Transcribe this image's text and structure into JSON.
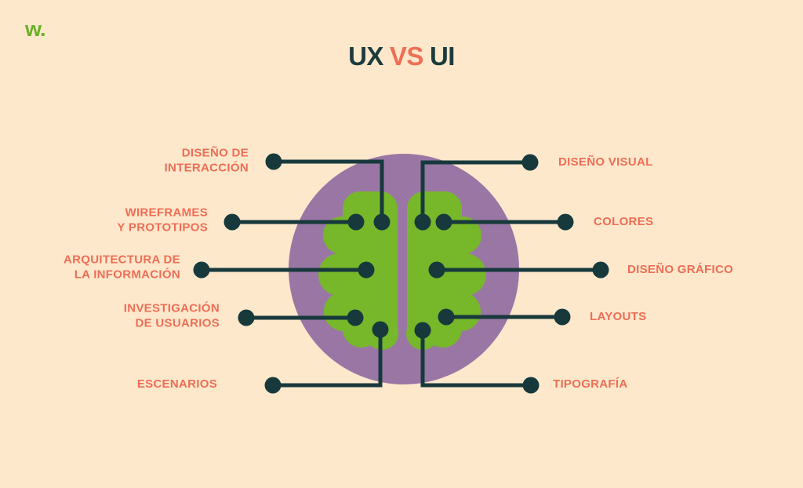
{
  "logo": {
    "text": "w."
  },
  "title": {
    "left": "UX",
    "vs": "VS",
    "right": "UI"
  },
  "colors": {
    "background": "#fde8cc",
    "purple_circle": "#9a76a4",
    "brain_green": "#77b72a",
    "connector_dark": "#17393c",
    "label_coral": "#ee6e55",
    "title_dark": "#1d3b3d",
    "title_vs_coral": "#ef6e55",
    "logo_green": "#69af28"
  },
  "diagram": {
    "ux": {
      "items": [
        {
          "label": "DISEÑO DE\nINTERACCIÓN"
        },
        {
          "label": "WIREFRAMES\nY PROTOTIPOS"
        },
        {
          "label": "ARQUITECTURA DE\nLA INFORMACIÓN"
        },
        {
          "label": "INVESTIGACIÓN\nDE USUARIOS"
        },
        {
          "label": "ESCENARIOS"
        }
      ]
    },
    "ui": {
      "items": [
        {
          "label": "DISEÑO VISUAL"
        },
        {
          "label": "COLORES"
        },
        {
          "label": "DISEÑO GRÁFICO"
        },
        {
          "label": "LAYOUTS"
        },
        {
          "label": "TIPOGRAFÍA"
        }
      ]
    }
  }
}
